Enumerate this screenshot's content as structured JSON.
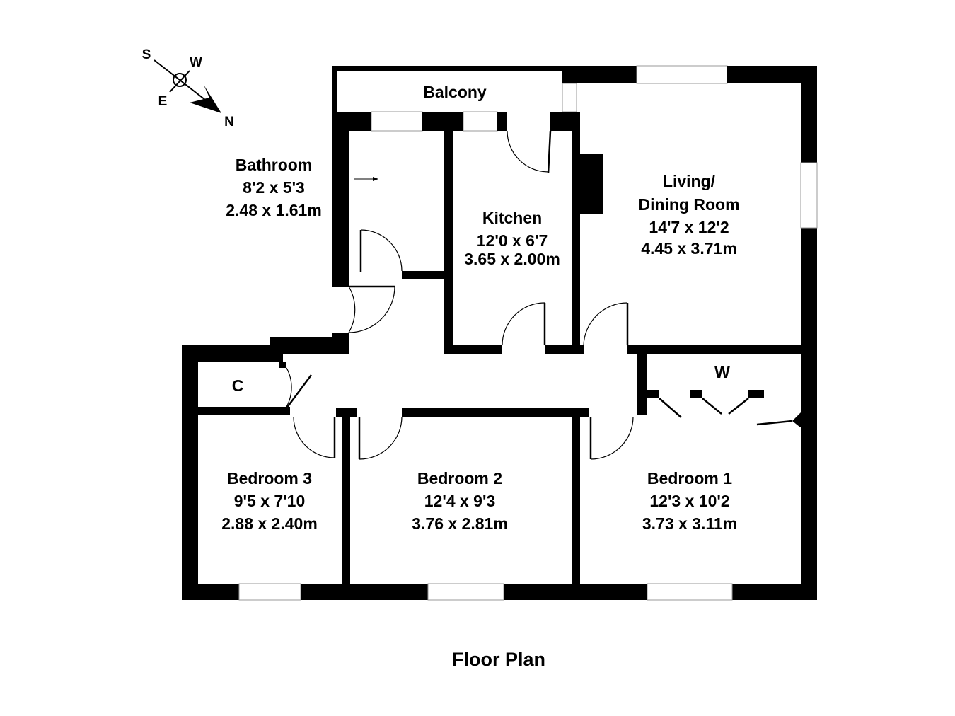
{
  "title": "Floor Plan",
  "compass": {
    "s": "S",
    "w": "W",
    "e": "E",
    "n": "N"
  },
  "rooms": {
    "balcony": {
      "name": "Balcony"
    },
    "bathroom": {
      "name": "Bathroom",
      "imperial": "8'2 x 5'3",
      "metric": "2.48 x 1.61m"
    },
    "kitchen": {
      "name": "Kitchen",
      "imperial": "12'0 x 6'7",
      "metric": "3.65 x 2.00m"
    },
    "living": {
      "name_line1": "Living/",
      "name_line2": "Dining Room",
      "imperial": "14'7 x 12'2",
      "metric": "4.45 x 3.71m"
    },
    "cupboard": {
      "name": "C"
    },
    "wardrobe": {
      "name": "W"
    },
    "bedroom3": {
      "name": "Bedroom 3",
      "imperial": "9'5 x 7'10",
      "metric": "2.88 x 2.40m"
    },
    "bedroom2": {
      "name": "Bedroom 2",
      "imperial": "12'4 x 9'3",
      "metric": "3.76 x 2.81m"
    },
    "bedroom1": {
      "name": "Bedroom 1",
      "imperial": "12'3 x 10'2",
      "metric": "3.73 x 3.11m"
    }
  }
}
